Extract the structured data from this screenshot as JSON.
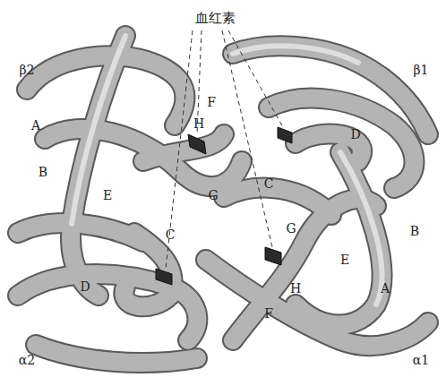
{
  "diagram": {
    "labels": [
      "血红素",
      "β2",
      "β1",
      "A",
      "F",
      "H",
      "D",
      "B",
      "E",
      "G",
      "C",
      "C",
      "G",
      "D",
      "B",
      "E",
      "H",
      "A",
      "F",
      "α2",
      "α1"
    ]
  }
}
